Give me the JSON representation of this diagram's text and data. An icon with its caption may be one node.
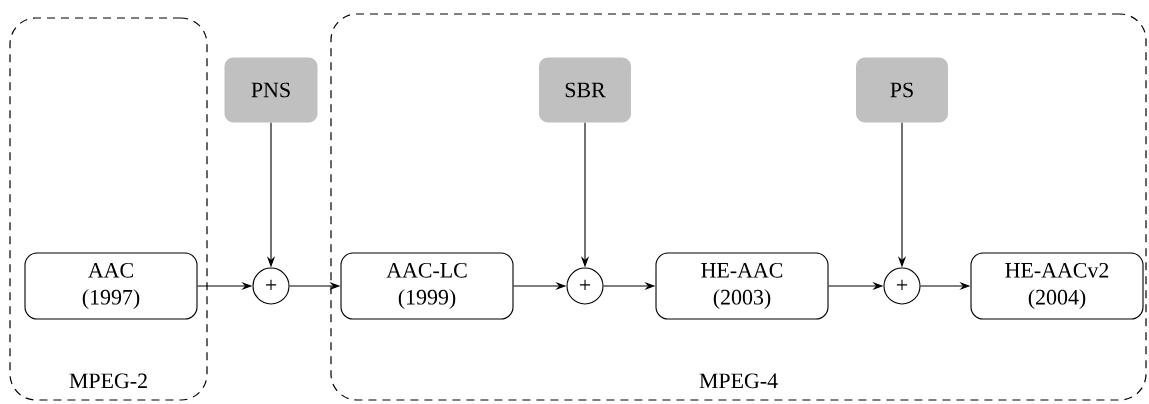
{
  "diagram": {
    "nodes": [
      {
        "text": [
          "MPEG-2"
        ]
      },
      {
        "text": [
          "MPEG-4"
        ]
      },
      {
        "text": [
          "AAC (1997)"
        ],
        "in": 0
      },
      {
        "text": [
          "PNS"
        ]
      },
      {
        "text": [
          "+"
        ]
      },
      {
        "text": [
          "AAC-LC (1999)"
        ],
        "in": 1
      },
      {
        "text": [
          "SBR"
        ],
        "in": 1
      },
      {
        "text": [
          "+"
        ],
        "in": 1
      },
      {
        "text": [
          "HE-AAC (2003)"
        ],
        "in": 1
      },
      {
        "text": [
          "PS"
        ],
        "in": 1
      },
      {
        "text": [
          "+"
        ],
        "in": 1
      },
      {
        "text": [
          "HE-AACv2 (2004)"
        ],
        "in": 1
      }
    ],
    "edges": [
      {
        "from": 2,
        "to": 4,
        "arrow": "to"
      },
      {
        "from": 3,
        "to": 4,
        "arrow": "to"
      },
      {
        "from": 4,
        "to": 5,
        "arrow": "to"
      },
      {
        "from": 5,
        "to": 7,
        "arrow": "to"
      },
      {
        "from": 6,
        "to": 7,
        "arrow": "to"
      },
      {
        "from": 7,
        "to": 8,
        "arrow": "to"
      },
      {
        "from": 8,
        "to": 10,
        "arrow": "to"
      },
      {
        "from": 9,
        "to": 10,
        "arrow": "to"
      },
      {
        "from": 10,
        "to": 11,
        "arrow": "to"
      }
    ]
  }
}
